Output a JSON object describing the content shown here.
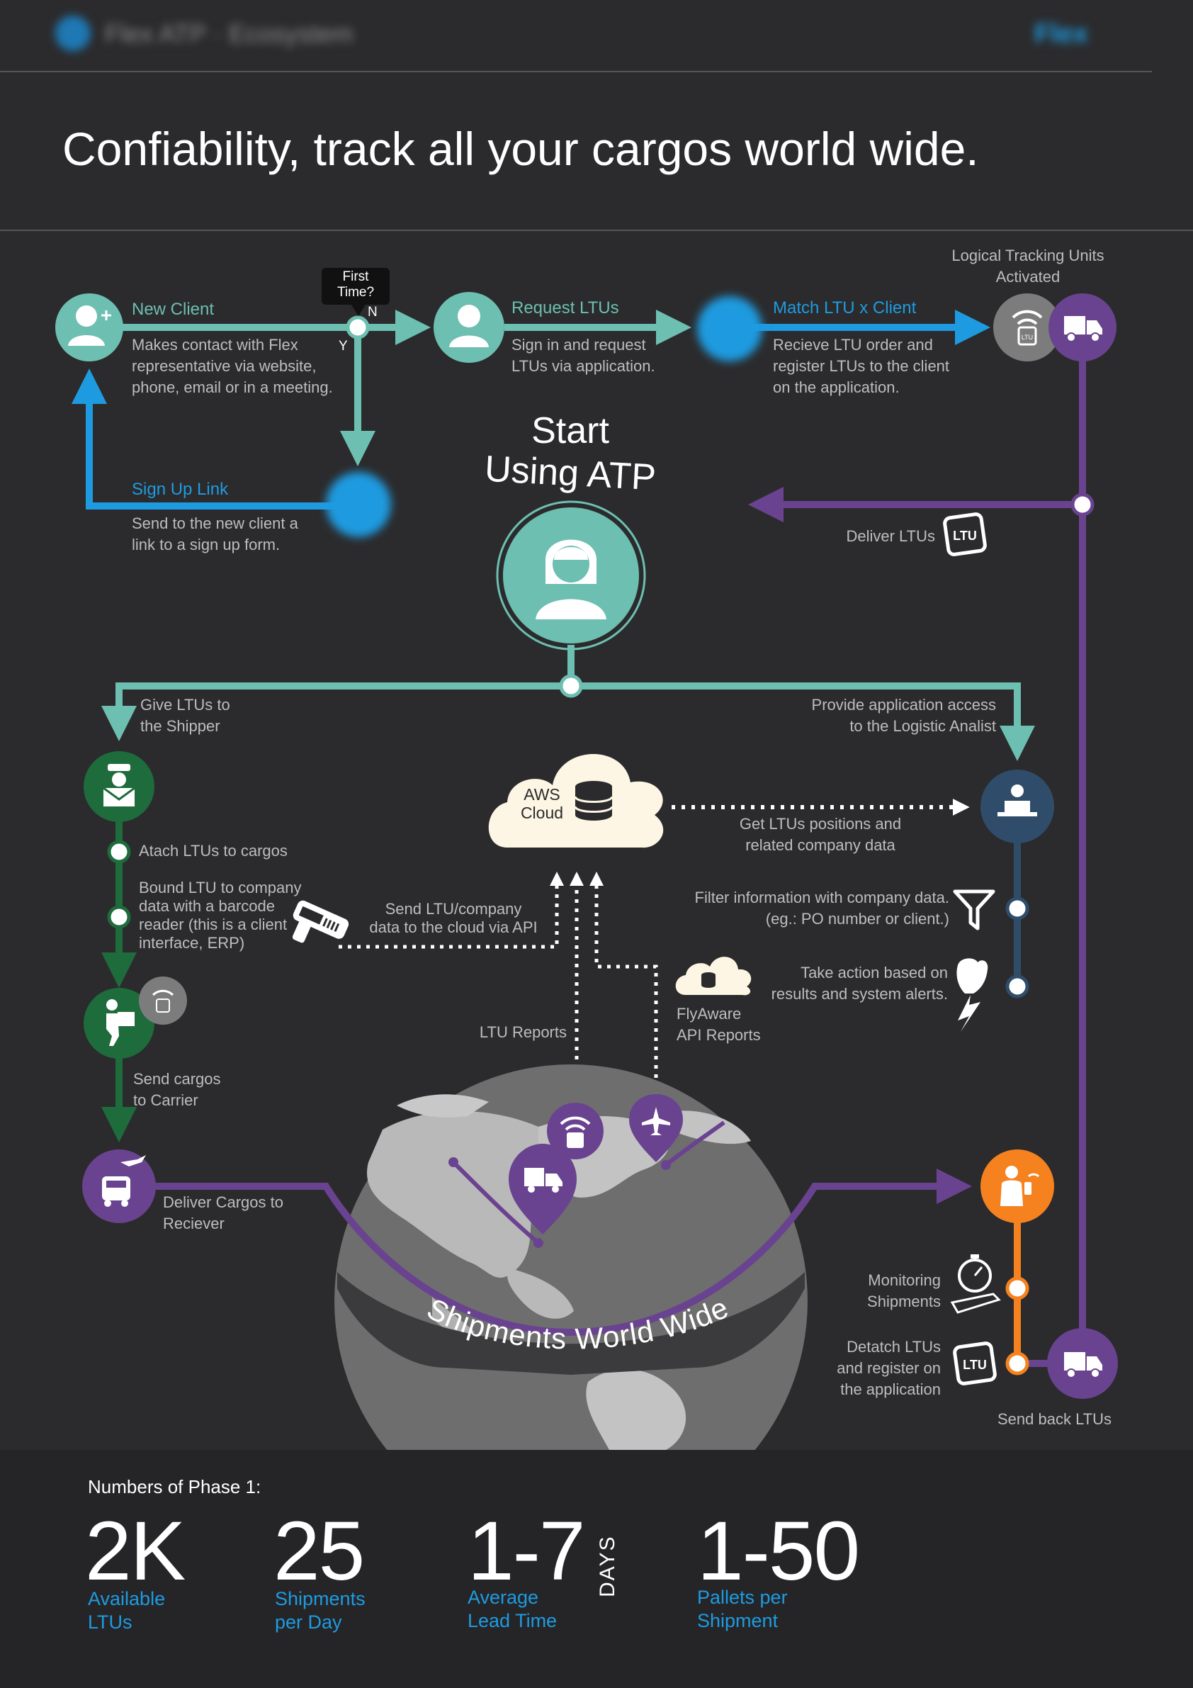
{
  "header": {
    "app_title": "Flex ATP · Ecosystem",
    "nav_button": "Flex"
  },
  "hero": {
    "title": "Confiability, track all your cargos world wide."
  },
  "flow": {
    "first_time": {
      "line1": "First",
      "line2": "Time?",
      "yes": "Y",
      "no": "N"
    },
    "new_client": {
      "title": "New Client",
      "lines": [
        "Makes contact with Flex",
        "representative via website,",
        "phone, email or in a meeting."
      ]
    },
    "request_ltus": {
      "title": "Request LTUs",
      "lines": [
        "Sign in and request",
        "LTUs via application."
      ]
    },
    "match_ltu": {
      "title": "Match LTU x Client",
      "lines": [
        "Recieve LTU order and",
        "register LTUs to the client",
        "on the application."
      ]
    },
    "ltu_activated": {
      "lines": [
        "Logical Tracking Units",
        "Activated"
      ]
    },
    "sign_up": {
      "title": "Sign Up Link",
      "lines": [
        "Send to the new client a",
        "link to a sign up form."
      ]
    },
    "start": {
      "line1": "Start",
      "line2": "Using ATP"
    },
    "deliver_ltus": "Deliver LTUs",
    "give_ltus": {
      "lines": [
        "Give LTUs to",
        "the Shipper"
      ]
    },
    "provide_access": {
      "lines": [
        "Provide application access",
        "to the Logistic Analist"
      ]
    },
    "aws": {
      "line1": "AWS",
      "line2": "Cloud"
    },
    "get_positions": {
      "lines": [
        "Get LTUs positions and",
        "related company data"
      ]
    },
    "attach": "Atach LTUs to cargos",
    "bound": {
      "lines": [
        "Bound LTU to company",
        "data with a barcode",
        "reader (this is a client",
        "interface, ERP)"
      ]
    },
    "send_cloud": {
      "lines": [
        "Send LTU/company",
        "data to the cloud via API"
      ]
    },
    "filter": {
      "lines": [
        "Filter information with company data.",
        "(eg.: PO number or client.)"
      ]
    },
    "take_action": {
      "lines": [
        "Take action based on",
        "results and system alerts."
      ]
    },
    "flyaware": {
      "lines": [
        "FlyAware",
        "API Reports"
      ]
    },
    "ltu_reports": "LTU Reports",
    "send_carrier": {
      "lines": [
        "Send cargos",
        "to Carrier"
      ]
    },
    "deliver_cargos": {
      "lines": [
        "Deliver Cargos to",
        "Reciever"
      ]
    },
    "monitoring": {
      "lines": [
        "Monitoring",
        "Shipments"
      ]
    },
    "detatch": {
      "lines": [
        "Detatch LTUs",
        "and register on",
        "the application"
      ]
    },
    "send_back": "Send back LTUs",
    "globe_label": "Shipments World Wide",
    "ltu_badge": "LTU"
  },
  "stats": {
    "heading": "Numbers of Phase 1:",
    "items": [
      {
        "value": "2K",
        "label1": "Available",
        "label2": "LTUs"
      },
      {
        "value": "25",
        "label1": "Shipments",
        "label2": "per Day"
      },
      {
        "value": "1-7",
        "unit": "DAYS",
        "label1": "Average",
        "label2": "Lead Time"
      },
      {
        "value": "1-50",
        "label1": "Pallets per",
        "label2": "Shipment"
      }
    ]
  },
  "colors": {
    "teal": "#6dbfb1",
    "blue": "#1e9be0",
    "purple": "#6a4390",
    "dark_green": "#1e6b3c",
    "steel_blue": "#2f4d6a",
    "orange": "#f5821f",
    "cream": "#fdf6e4",
    "background": "#2b2b2d"
  },
  "icons": [
    "new-client-icon",
    "user-icon",
    "truck-icon",
    "wifi-ltu-icon",
    "mailman-icon",
    "delivery-man-icon",
    "plane-truck-icon",
    "database-icon",
    "barcode-reader-icon",
    "funnel-icon",
    "fist-bolt-icon",
    "stopwatch-icon",
    "ltu-card-icon",
    "analyst-icon",
    "carrier-phone-icon",
    "globe-icon"
  ]
}
